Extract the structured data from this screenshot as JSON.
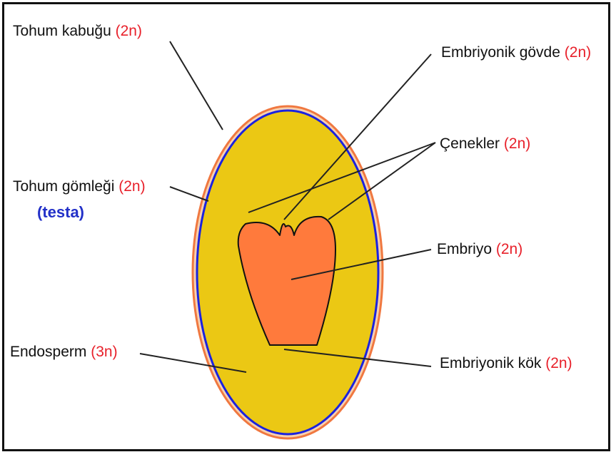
{
  "diagram": {
    "colors": {
      "seed_coat_outer": "#f07840",
      "seed_coat_inner": "#1a22e0",
      "endosperm": "#ebc814",
      "embryo": "#ff7a3c",
      "ploidy_text": "#e8202a",
      "testa_text": "#2230c8"
    },
    "labels": {
      "tohum_kabugu": {
        "text": "Tohum kabuğu",
        "ploidy": "(2n)"
      },
      "tohum_gomlegi": {
        "text": "Tohum gömleği",
        "ploidy": "(2n)",
        "sub": "(testa)"
      },
      "endosperm": {
        "text": "Endosperm",
        "ploidy": "(3n)"
      },
      "embriyonik_govde": {
        "text": "Embriyonik gövde",
        "ploidy": "(2n)"
      },
      "cenekler": {
        "text": "Çenekler",
        "ploidy": "(2n)"
      },
      "embriyo": {
        "text": "Embriyo",
        "ploidy": "(2n)"
      },
      "embriyonik_kok": {
        "text": "Embriyonik kök",
        "ploidy": "(2n)"
      }
    }
  }
}
